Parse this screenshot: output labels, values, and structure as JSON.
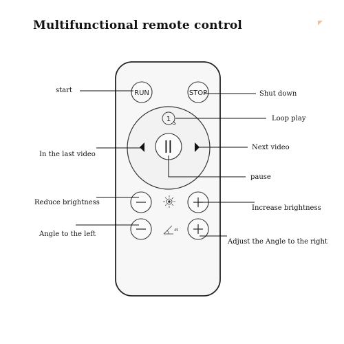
{
  "title": "Multifunctional remote control",
  "buttons": {
    "run": "RUN",
    "stop": "STOP",
    "loop_digit": "1",
    "pause_glyph": "||",
    "minus": "−",
    "plus": "+",
    "angle_value": "45"
  },
  "labels": {
    "start": "start",
    "shut_down": "Shut down",
    "loop_play": "Loop play",
    "last_video": "In the last video",
    "next_video": "Next video",
    "pause": "pause",
    "reduce_brightness": "Reduce brightness",
    "increase_brightness": "Increase brightness",
    "angle_left": "Angle to the left",
    "angle_right": "Adjust the Angle to the right"
  },
  "icons": [
    "play-left-icon",
    "play-right-icon",
    "loop-icon",
    "pause-icon",
    "sun-icon",
    "angle-icon"
  ],
  "colors": {
    "body": "#f7f7f7",
    "outline": "#222222",
    "accent": "#e9c2a6"
  }
}
